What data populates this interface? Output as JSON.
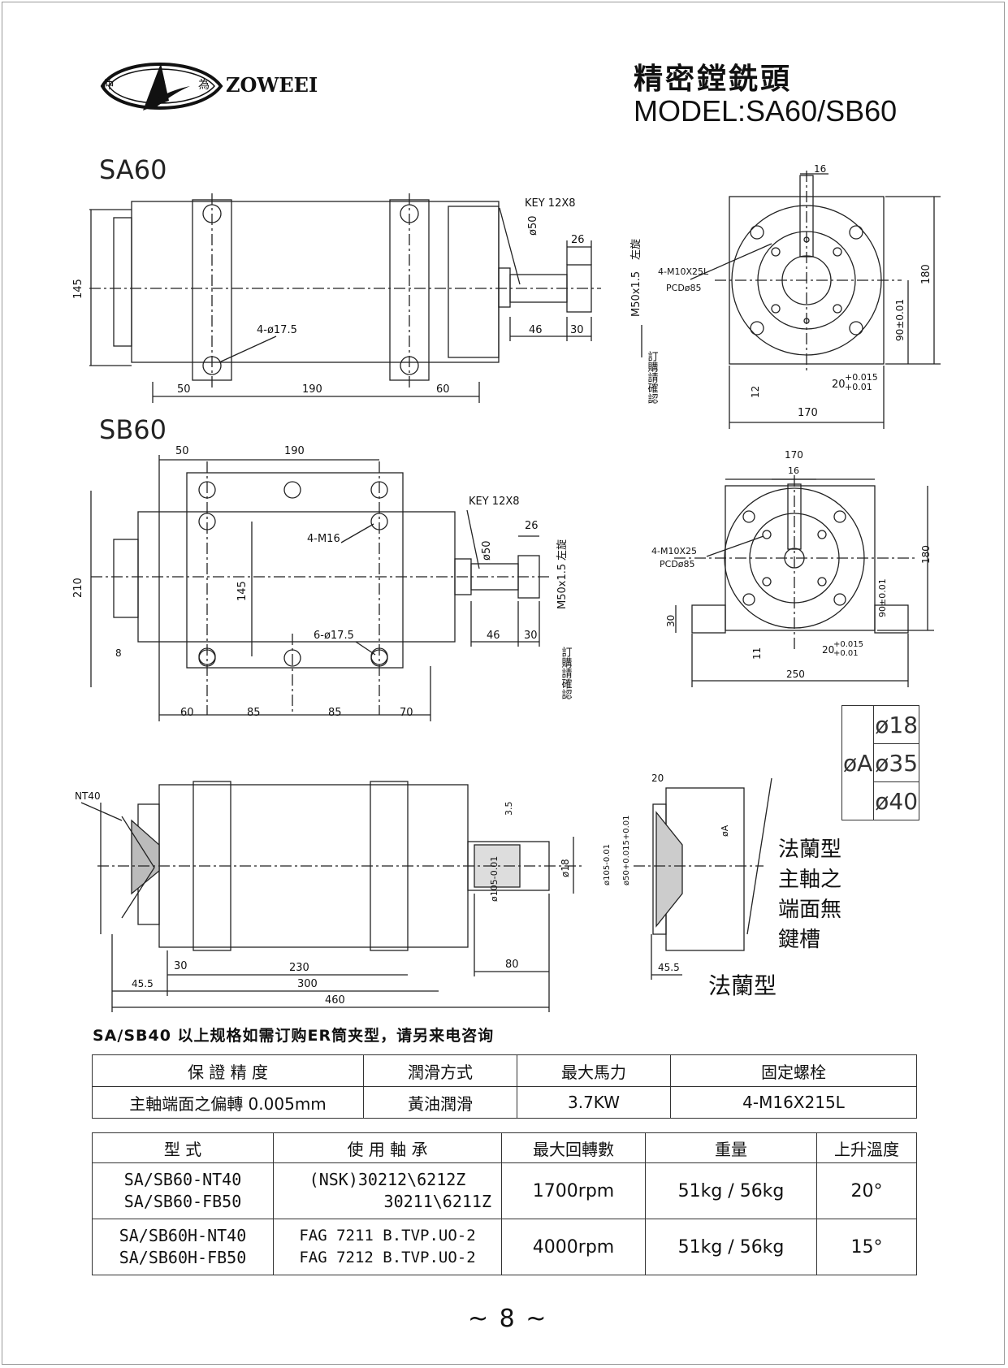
{
  "header": {
    "logo_left_char": "仲",
    "logo_right_char": "為",
    "logo_brand": "ZOWEEI",
    "title_zh": "精密鏜銑頭",
    "title_model": "MODEL:SA60/SB60"
  },
  "sections": {
    "sa60": "SA60",
    "sb60": "SB60"
  },
  "sa60_labels": {
    "key": "KEY 12X8",
    "shaft_dia": "ø50",
    "dim_26": "26",
    "left_rot": "左旋",
    "thread": "M50x1.5",
    "dim_46": "46",
    "dim_30": "30",
    "height_145": "145",
    "holes": "4-ø17.5",
    "dim_50": "50",
    "dim_190": "190",
    "dim_60": "60",
    "confirm": "訂購請確認"
  },
  "sa60_end": {
    "dim_16": "16",
    "pcd_holes": "4-M10X25L",
    "pcd": "PCDø85",
    "dim_180": "180",
    "dim_90": "90±0.01",
    "dim_12": "12",
    "dim_20": "20",
    "tol_up": "+0.015",
    "tol_dn": "+0.01",
    "dim_170": "170"
  },
  "sb60_labels": {
    "dim_50": "50",
    "dim_190": "190",
    "key": "KEY 12X8",
    "shaft_dia": "ø50",
    "dim_26": "26",
    "left_rot": "左旋",
    "thread": "M50x1.5",
    "m16": "4-M16",
    "height_210": "210",
    "inner_145": "145",
    "holes": "6-ø17.5",
    "dim_8": "8",
    "dim_46": "46",
    "dim_30": "30",
    "dim_60": "60",
    "dim_85a": "85",
    "dim_85b": "85",
    "dim_70": "70",
    "confirm": "訂購請確認"
  },
  "sb60_end": {
    "dim_170": "170",
    "dim_16": "16",
    "pcd_holes": "4-M10X25",
    "pcd": "PCDø85",
    "dim_180": "180",
    "dim_90": "90±0.01",
    "dim_30": "30",
    "dim_11": "11",
    "dim_20": "20",
    "tol_up": "+0.015",
    "tol_dn": "+0.01",
    "dim_250": "250"
  },
  "section_view": {
    "nt40": "NT40",
    "dim_35": "3.5",
    "dia_105": "ø105-0.01",
    "dia_18": "ø18",
    "dim_80": "80",
    "dim_30": "30",
    "dim_230": "230",
    "dim_455": "45.5",
    "dim_300": "300",
    "dim_460": "460"
  },
  "flange_view": {
    "dim_20": "20",
    "dia_105": "ø105-0.01",
    "dia_50": "ø50+0.015+0.01",
    "dia_a": "øA",
    "dim_455": "45.5",
    "note_lines": [
      "法蘭型",
      "主軸之",
      "端面無",
      "鍵槽"
    ],
    "label": "法蘭型"
  },
  "dia_table": {
    "label": "øA",
    "values": [
      "ø18",
      "ø35",
      "ø40"
    ]
  },
  "note": "SA/SB40 以上规格如需订购ER筒夹型，请另来电咨询",
  "table1": {
    "headers": [
      "保 證 精 度",
      "潤滑方式",
      "最大馬力",
      "固定螺栓"
    ],
    "row": [
      "主軸端面之偏轉 0.005mm",
      "黃油潤滑",
      "3.7KW",
      "4-M16X215L"
    ]
  },
  "table2": {
    "headers": [
      "型 式",
      "使 用 軸 承",
      "最大回轉數",
      "重量",
      "上升溫度"
    ],
    "rows": [
      {
        "model1": "SA/SB60-NT40",
        "model2": "SA/SB60-FB50",
        "bearing1": "(NSK)30212\\6212Z",
        "bearing2": "30211\\6211Z",
        "rpm": "1700rpm",
        "weight": "51kg / 56kg",
        "temp": "20°"
      },
      {
        "model1": "SA/SB60H-NT40",
        "model2": "SA/SB60H-FB50",
        "bearing1": "FAG 7211 B.TVP.UO-2",
        "bearing2": "FAG 7212 B.TVP.UO-2",
        "rpm": "4000rpm",
        "weight": "51kg / 56kg",
        "temp": "15°"
      }
    ]
  },
  "page_number": "~ 8 ~"
}
